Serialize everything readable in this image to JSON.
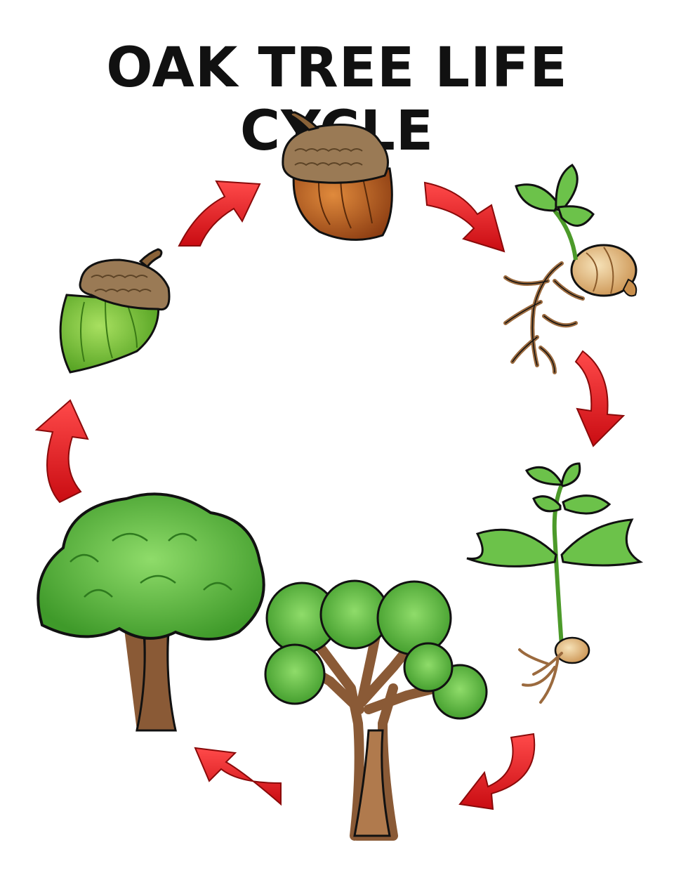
{
  "title": "OAK TREE LIFE CYCLE",
  "stages": [
    {
      "id": "ripe-acorn",
      "icon": "brown-acorn-icon"
    },
    {
      "id": "germinating-acorn",
      "icon": "sprouting-acorn-icon"
    },
    {
      "id": "seedling",
      "icon": "seedling-icon"
    },
    {
      "id": "sapling",
      "icon": "young-tree-icon"
    },
    {
      "id": "mature-tree",
      "icon": "mature-oak-tree-icon"
    },
    {
      "id": "green-acorn",
      "icon": "green-acorn-icon"
    }
  ],
  "colors": {
    "arrow": "#e8141c",
    "leaf": "#5fbf3a",
    "canopy": "#59b53a",
    "trunk": "#8a5a36",
    "acorn_brown": "#b8561b",
    "acorn_green": "#6dbf2e",
    "cap": "#9a7a55"
  }
}
